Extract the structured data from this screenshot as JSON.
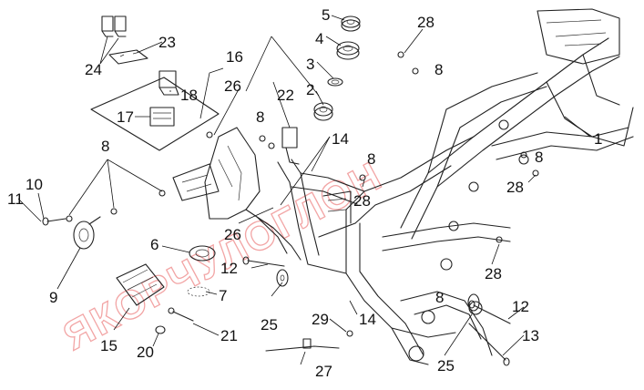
{
  "watermark": "ЯКОРЧУЛОГЛОН",
  "callouts": {
    "c1": "1",
    "c2": "2",
    "c3": "3",
    "c4": "4",
    "c5": "5",
    "c6": "6",
    "c7": "7",
    "c8a": "8",
    "c8b": "8",
    "c8c": "8",
    "c8d": "8",
    "c8e": "8",
    "c8f": "8",
    "c9": "9",
    "c10": "10",
    "c11": "11",
    "c12a": "12",
    "c12b": "12",
    "c13": "13",
    "c14a": "14",
    "c14b": "14",
    "c15": "15",
    "c16": "16",
    "c17": "17",
    "c18": "18",
    "c20": "20",
    "c21": "21",
    "c22": "22",
    "c23": "23",
    "c24": "24",
    "c25a": "25",
    "c25b": "25",
    "c26a": "26",
    "c26b": "26",
    "c27": "27",
    "c28a": "28",
    "c28b": "28",
    "c28c": "28",
    "c28d": "28",
    "c29": "29"
  }
}
